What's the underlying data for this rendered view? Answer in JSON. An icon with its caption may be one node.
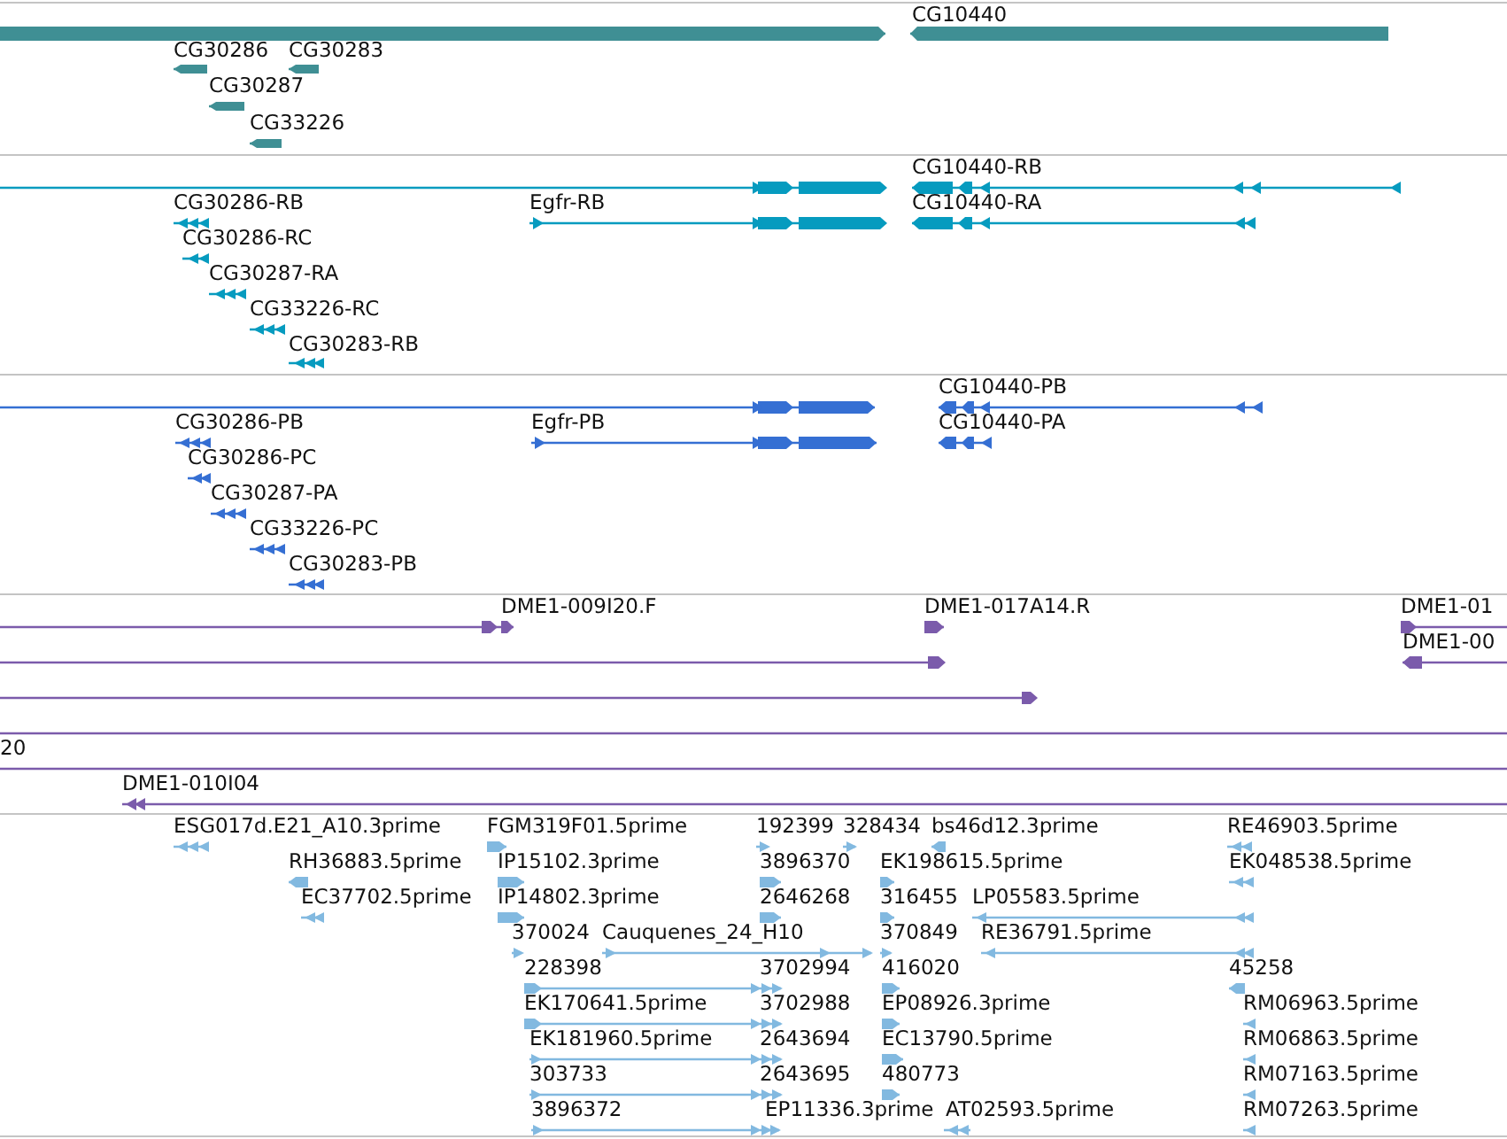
{
  "diagram": {
    "labels": [
      "CG10440",
      "CG30286",
      "CG30283",
      "CG30287",
      "CG33226",
      "CG10440-RB",
      "CG30286-RB",
      "Egfr-RB",
      "CG10440-RA",
      "CG30286-RC",
      "CG30287-RA",
      "CG33226-RC",
      "CG30283-RB",
      "CG10440-PB",
      "CG30286-PB",
      "Egfr-PB",
      "CG10440-PA",
      "CG30286-PC",
      "CG30287-PA",
      "CG33226-PC",
      "CG30283-PB",
      "DME1-009I20.F",
      "DME1-017A14.R",
      "DME1-01",
      "DME1-00",
      "20",
      "DME1-010I04",
      "ESG017d.E21_A10.3prime",
      "FGM319F01.5prime",
      "192399",
      "328434",
      "bs46d12.3prime",
      "RE46903.5prime",
      "RH36883.5prime",
      "IP15102.3prime",
      "3896370",
      "EK198615.5prime",
      "EK048538.5prime",
      "EC37702.5prime",
      "IP14802.3prime",
      "2646268",
      "316455",
      "LP05583.5prime",
      "370024",
      "Cauquenes_24_H10",
      "370849",
      "RE36791.5prime",
      "228398",
      "3702994",
      "416020",
      "45258",
      "EK170641.5prime",
      "3702988",
      "EP08926.3prime",
      "RM06963.5prime",
      "EK181960.5prime",
      "2643694",
      "EC13790.5prime",
      "RM06863.5prime",
      "303733",
      "2643695",
      "480773",
      "RM07163.5prime",
      "3896372",
      "EP11336.3prime",
      "AT02593.5prime",
      "RM07263.5prime"
    ]
  }
}
